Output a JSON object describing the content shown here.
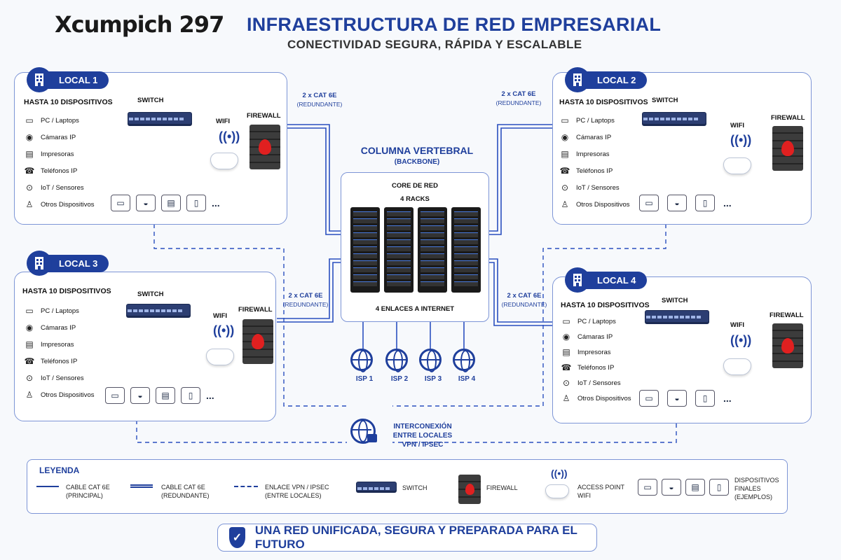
{
  "header": {
    "logo": "Xcumpich 297",
    "title": "INFRAESTRUCTURA DE RED EMPRESARIAL",
    "subtitle": "CONECTIVIDAD SEGURA, RÁPIDA Y ESCALABLE"
  },
  "locals": [
    {
      "name": "LOCAL 1"
    },
    {
      "name": "LOCAL 2"
    },
    {
      "name": "LOCAL 3"
    },
    {
      "name": "LOCAL 4"
    }
  ],
  "local_common": {
    "capacity": "HASTA 10 DISPOSITIVOS",
    "switch_label": "SWITCH",
    "wifi_label": "WIFI",
    "firewall_label": "FIREWALL",
    "devices": [
      "PC / Laptops",
      "Cámaras IP",
      "Impresoras",
      "Teléfonos IP",
      "IoT / Sensores",
      "Otros Dispositivos"
    ],
    "ellipsis": "..."
  },
  "links": {
    "redundant_label": "2 x CAT 6E",
    "redundant_sub": "(REDUNDANTE)"
  },
  "backbone": {
    "title": "COLUMNA VERTEBRAL",
    "subtitle": "(BACKBONE)",
    "core_title": "CORE DE RED",
    "racks": "4 RACKS",
    "internet_links": "4 ENLACES A INTERNET",
    "isps": [
      "ISP 1",
      "ISP 2",
      "ISP 3",
      "ISP 4"
    ]
  },
  "interconnect": {
    "line1": "INTERCONEXIÓN",
    "line2": "ENTRE LOCALES",
    "line3": "VPN / IPSEC"
  },
  "legend": {
    "title": "LEYENDA",
    "items": [
      {
        "line1": "CABLE CAT 6E",
        "line2": "(PRINCIPAL)"
      },
      {
        "line1": "CABLE CAT 6E",
        "line2": "(REDUNDANTE)"
      },
      {
        "line1": "ENLACE VPN / IPSEC",
        "line2": "(ENTRE LOCALES)"
      },
      {
        "line1": "SWITCH",
        "line2": ""
      },
      {
        "line1": "FIREWALL",
        "line2": ""
      },
      {
        "line1": "ACCESS POINT",
        "line2": "WIFI"
      },
      {
        "line1": "DISPOSITIVOS",
        "line2": "FINALES",
        "line3": "(EJEMPLOS)"
      }
    ]
  },
  "banner": {
    "text": "UNA RED UNIFICADA, SEGURA Y PREPARADA PARA EL FUTURO"
  },
  "colors": {
    "primary": "#1f3f9c",
    "border": "#7d95d6",
    "firewall_flame": "#e02020"
  }
}
